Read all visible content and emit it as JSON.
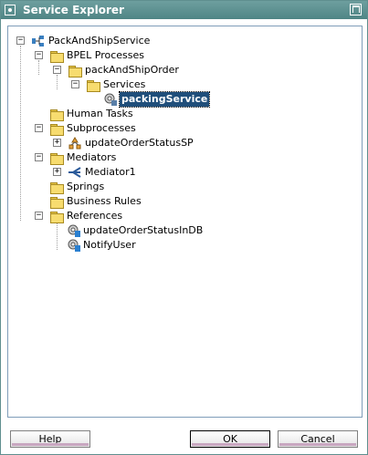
{
  "window": {
    "title": "Service Explorer"
  },
  "tree": {
    "root": "PackAndShipService",
    "bpel_processes": "BPEL Processes",
    "pack_and_ship_order": "packAndShipOrder",
    "services": "Services",
    "packing_service": "packingService",
    "human_tasks": "Human Tasks",
    "subprocesses": "Subprocesses",
    "update_order_status_sp": "updateOrderStatusSP",
    "mediators": "Mediators",
    "mediator1": "Mediator1",
    "springs": "Springs",
    "business_rules": "Business Rules",
    "references": "References",
    "update_order_status_in_db": "updateOrderStatusInDB",
    "notify_user": "NotifyUser"
  },
  "buttons": {
    "help": "Help",
    "ok": "OK",
    "cancel": "Cancel"
  },
  "expander_glyphs": {
    "expanded": "−",
    "collapsed": "+"
  },
  "colors": {
    "titlebar": "#5a8f8f",
    "selection": "#1f4e7a",
    "folder": "#f7dc6f"
  }
}
